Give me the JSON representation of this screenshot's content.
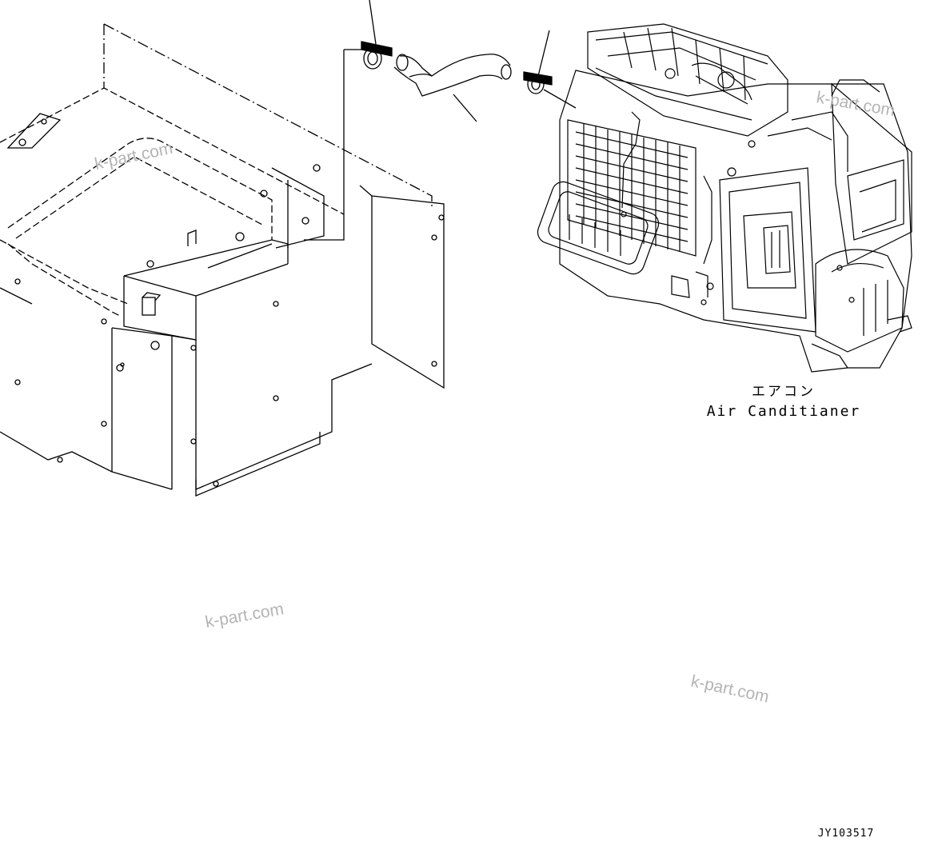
{
  "callouts": {
    "air_conditioner_jp": "エアコン",
    "air_conditioner_en": "Air Canditianer"
  },
  "drawing_number": "JY103517",
  "watermarks": [
    "k-part.com",
    "k-part.com",
    "k-part.com",
    "k-part.com"
  ],
  "colors": {
    "line": "#000000",
    "background": "#ffffff",
    "watermark": "#b4b4b4"
  }
}
